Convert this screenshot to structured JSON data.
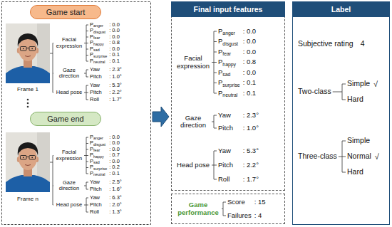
{
  "diagram": {
    "nodes": [
      {
        "text": [
          "Game start"
        ]
      },
      {
        "text": [
          "Game end"
        ]
      },
      {
        "text": [
          "Final input features"
        ]
      },
      {
        "text": [
          "Game performance"
        ]
      },
      {
        "text": [
          "Label"
        ]
      }
    ],
    "labels": [
      "Facial expression",
      "P",
      "anger",
      ": 0.0",
      "P",
      "disgust",
      ": 0.0",
      "P",
      "fear",
      ": 0.0",
      "P",
      "happy",
      ": 0.8",
      "P",
      "sad",
      ": 0.0",
      "P",
      "surprise",
      ": 0.1",
      "P",
      "neutral",
      ": 0.1",
      "Gaze direction",
      "Yaw",
      ": 2.3°",
      "Pitch",
      ": 1.0°",
      "Head pose",
      "Yaw",
      ": 5.3°",
      "Pitch",
      ": 2.2°",
      "Roll",
      ": 1.7°",
      "Frame 1",
      "Facial expression",
      "P",
      "anger",
      ": 0.0",
      "P",
      "disgust",
      ": 0.0",
      "P",
      "fear",
      ": 0.0",
      "P",
      "happy",
      ": 0.7",
      "P",
      "sad",
      ": 0.0",
      "P",
      "surprise",
      ": 0.2",
      "P",
      "neutral",
      ": 0.1",
      "Gaze direction",
      "Yaw",
      ": 2.5°",
      "Pitch",
      ": 1.6°",
      "Head pose",
      "Yaw",
      ": 6.3°",
      "Pitch",
      ": 2.0°",
      "Roll",
      ": 1.3°",
      "Frame n",
      "Facial expression",
      "P",
      "anger",
      ": 0.0",
      "P",
      "disgust",
      ": 0.0",
      "P",
      "fear",
      ": 0.0",
      "P",
      "happy",
      ": 0.8",
      "P",
      "sad",
      ": 0.0",
      "P",
      "surprise",
      ": 0.1",
      "P",
      "neutral",
      ": 0.1",
      "Gaze direction",
      "Yaw",
      ": 2.3°",
      "Pitch",
      ": 1.0°",
      "Head pose",
      "Yaw",
      ": 5.3°",
      "Pitch",
      ": 2.2°",
      "Roll",
      ": 1.7°",
      "Score",
      ": 15",
      "Failures",
      ": 4",
      "Subjective rating",
      "4",
      "Two-class",
      "Simple",
      "√",
      "Hard",
      "Three-class",
      "Simple",
      "Normal",
      "√",
      "Hard"
    ]
  }
}
